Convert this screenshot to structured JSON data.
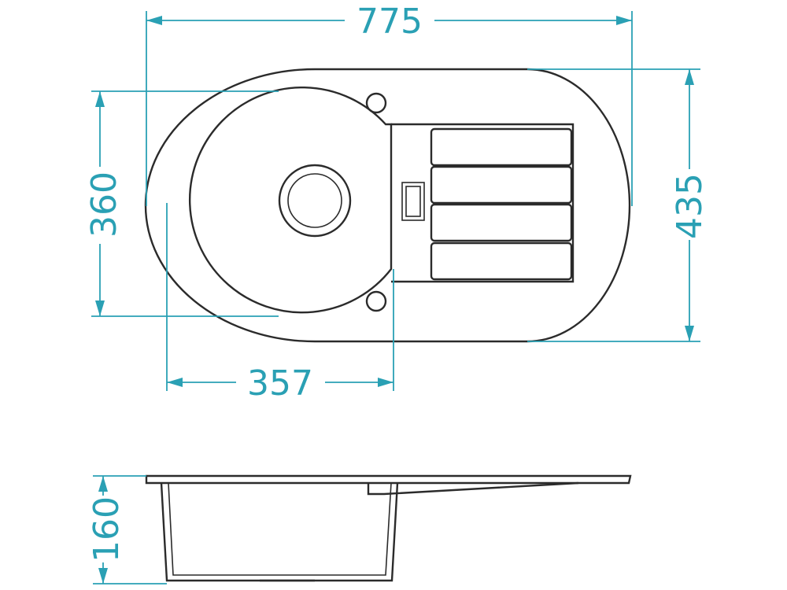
{
  "colors": {
    "outline": "#2b2b2b",
    "dimension": "#2aa0b4",
    "background": "#ffffff"
  },
  "dimensions": {
    "overall_length": "775",
    "overall_width": "435",
    "bowl_width": "360",
    "bowl_length": "357",
    "bowl_depth": "160"
  }
}
